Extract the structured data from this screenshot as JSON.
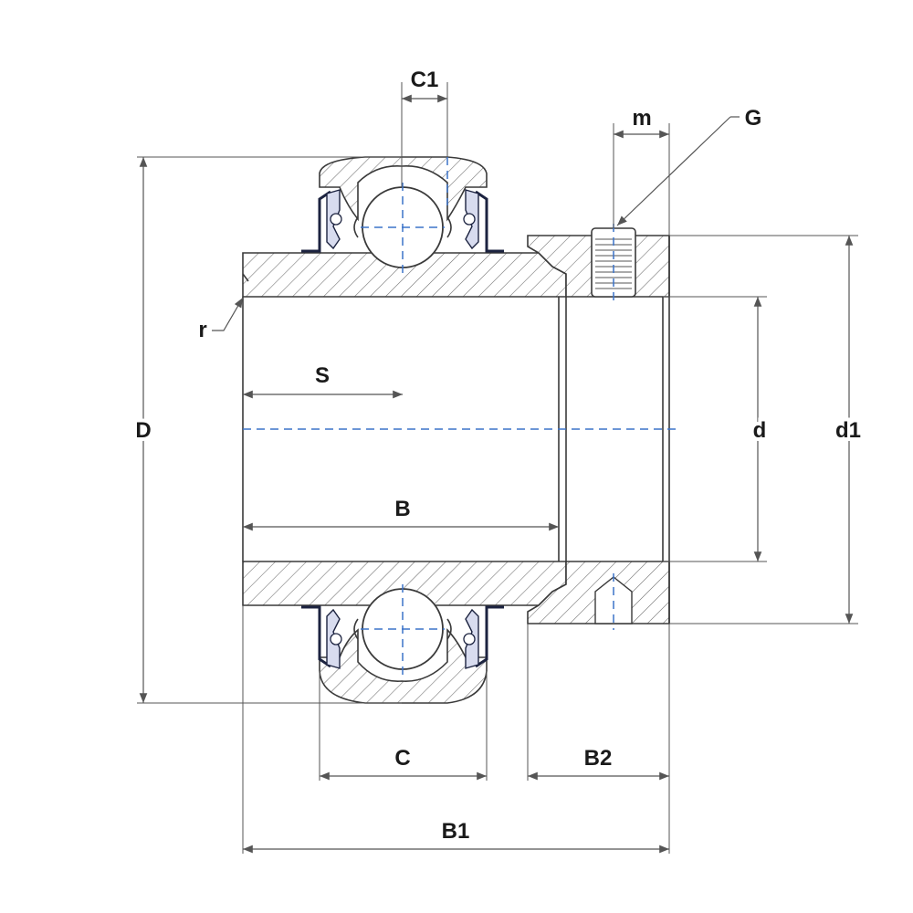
{
  "labels": {
    "C1": "C1",
    "m": "m",
    "G": "G",
    "r": "r",
    "S": "S",
    "D": "D",
    "d": "d",
    "d1": "d1",
    "B": "B",
    "C": "C",
    "B2": "B2",
    "B1": "B1"
  },
  "colors": {
    "outline": "#3a3a3a",
    "centerline": "#3b73c9",
    "seal": "#1c2340"
  }
}
